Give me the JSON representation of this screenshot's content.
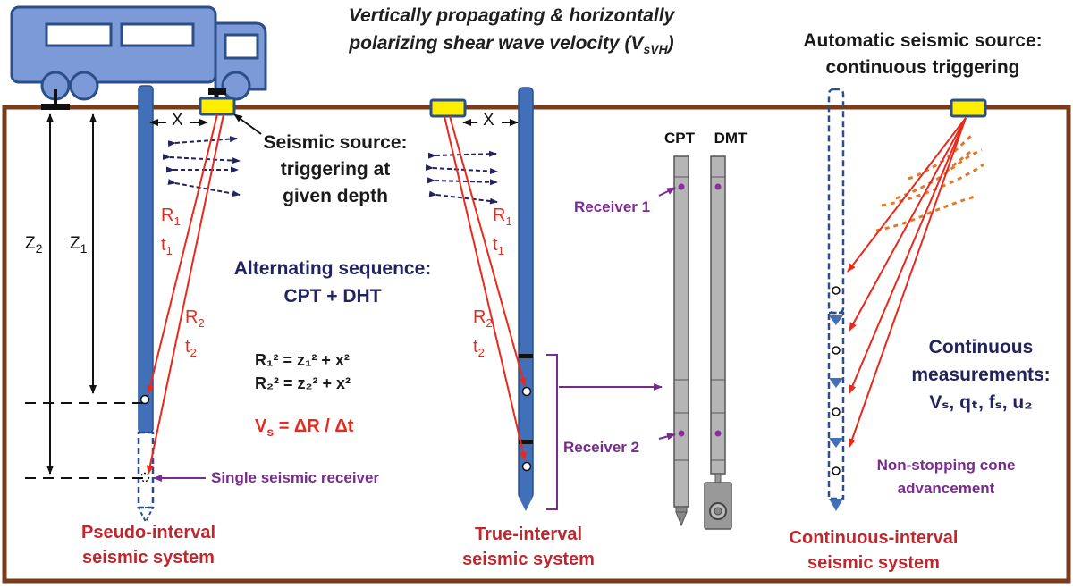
{
  "title": {
    "line1": "Vertically propagating & horizontally",
    "line2_prefix": "polarizing shear wave velocity (V",
    "line2_sub": "sVH",
    "line2_suffix": ")"
  },
  "auto_source": {
    "line1": "Automatic seismic source:",
    "line2": "continuous triggering"
  },
  "seismic_source": {
    "line1": "Seismic source:",
    "line2": "triggering at",
    "line3": "given depth"
  },
  "alternating": {
    "line1": "Alternating sequence:",
    "line2": "CPT + DHT"
  },
  "labels": {
    "x": "X",
    "z1": "Z",
    "z1_sub": "1",
    "z2": "Z",
    "z2_sub": "2",
    "r": "R",
    "t": "t",
    "sub1": "1",
    "sub2": "2"
  },
  "equations": {
    "eq1": "R₁² = z₁² + x²",
    "eq2": "R₂² = z₂² + x²",
    "vs_prefix": "V",
    "vs_sub": "s",
    "vs_body": " = ΔR / Δt"
  },
  "single_receiver": "Single seismic receiver",
  "receiver1": "Receiver 1",
  "receiver2": "Receiver 2",
  "cpt": "CPT",
  "dmt": "DMT",
  "continuous": {
    "line1": "Continuous",
    "line2": "measurements:",
    "line3": "Vₛ, qₜ, fₛ, u₂"
  },
  "nonstop": {
    "line1": "Non-stopping cone",
    "line2": "advancement"
  },
  "systems": {
    "pseudo_line1": "Pseudo-interval",
    "pseudo_line2": "seismic system",
    "true_line1": "True-interval",
    "true_line2": "seismic system",
    "cont_line1": "Continuous-interval",
    "cont_line2": "seismic system"
  },
  "colors": {
    "ground_border": "#7a3b1a",
    "rod_blue": "#4270b8",
    "rod_dark": "#2c4f8a",
    "truck_fill": "#7d9ad8",
    "source_yellow": "#ffee00",
    "ray_red": "#e8291c",
    "wave_orange": "#e07a2a",
    "purple": "#7b2a90",
    "navy_arrow": "#23235f",
    "tool_gray": "#b5b5b5"
  },
  "icons": [
    "truck-icon",
    "seismic-source-icon",
    "wavefront-icon"
  ]
}
